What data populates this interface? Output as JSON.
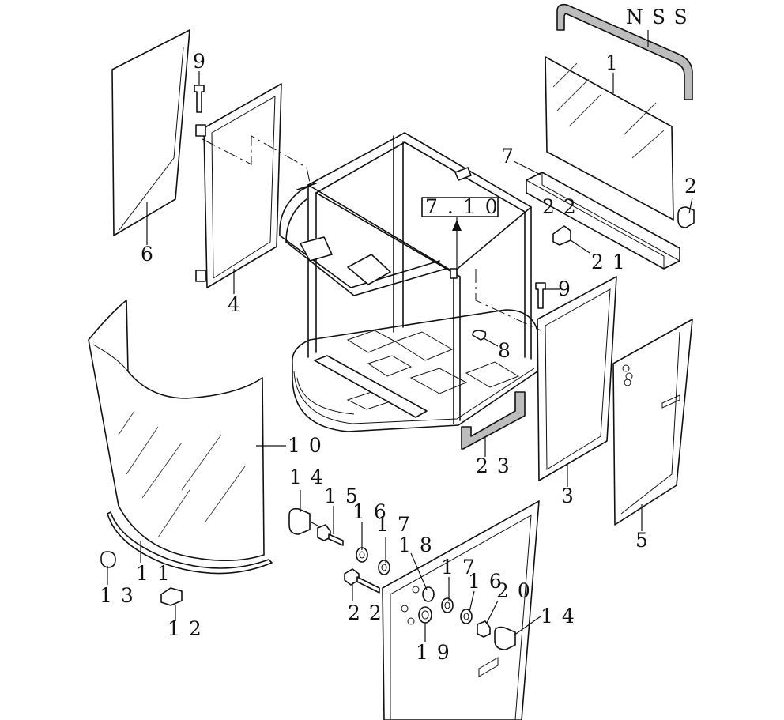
{
  "diagram": {
    "reference": "7.10",
    "note": "NSS",
    "callouts": {
      "c1": "1",
      "c2": "2",
      "c3": "3",
      "c4": "4",
      "c5": "5",
      "c6": "6",
      "c7": "7",
      "c8": "8",
      "c9a": "9",
      "c9b": "9",
      "c10": "10",
      "c11": "11",
      "c12": "12",
      "c13": "13",
      "c14a": "14",
      "c14b": "14",
      "c15": "15",
      "c16a": "16",
      "c16b": "16",
      "c17a": "17",
      "c17b": "17",
      "c18": "18",
      "c19": "19",
      "c20": "20",
      "c21": "21",
      "c22a": "22",
      "c22b": "22",
      "c23": "23"
    }
  }
}
